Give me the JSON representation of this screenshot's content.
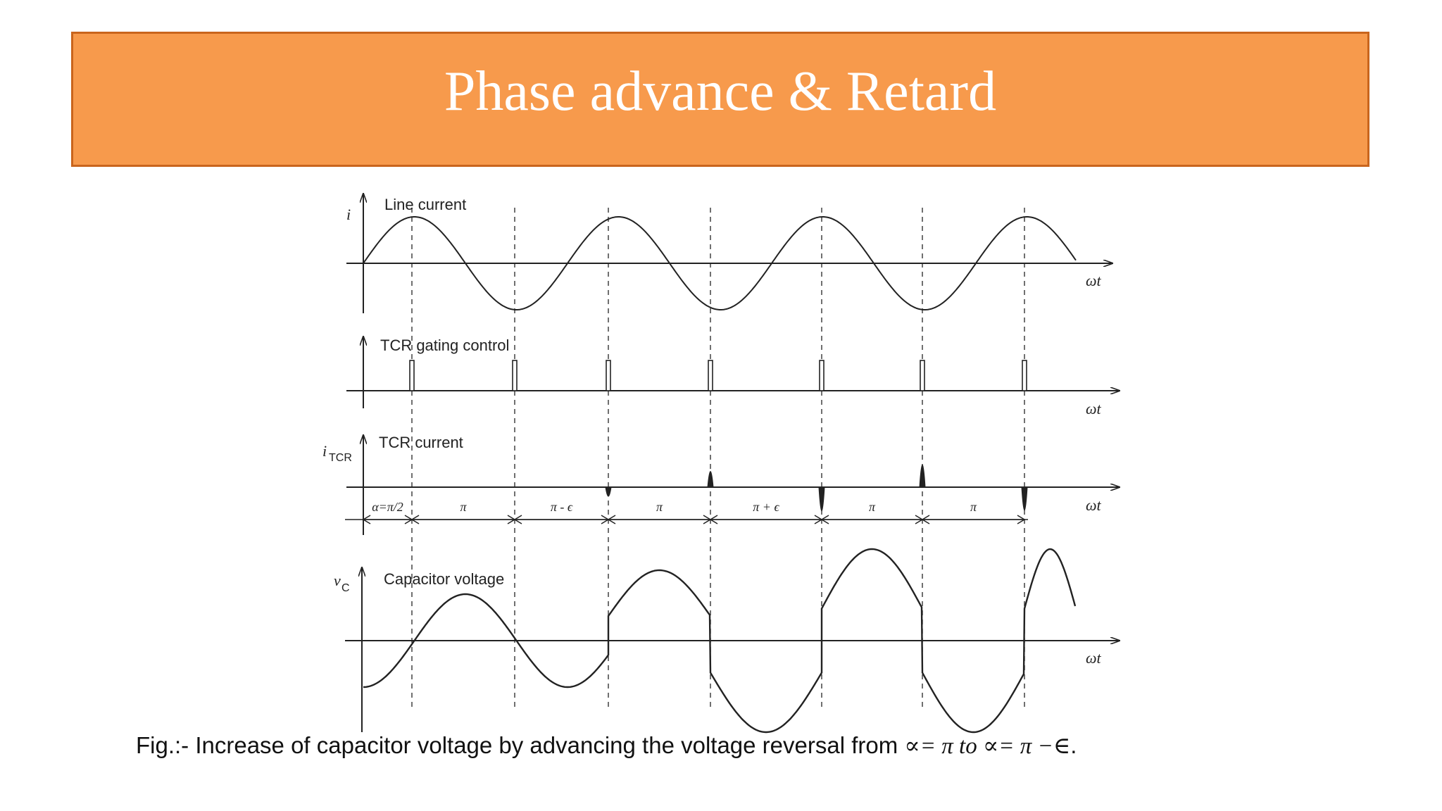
{
  "slide": {
    "title": "Phase advance & Retard",
    "caption": {
      "prefix": "Fig.:- Increase of capacitor voltage by advancing the voltage reversal from ",
      "math": "∝= π to  ∝= π −∈",
      "suffix": "."
    }
  },
  "diagram": {
    "panels": {
      "line_current": {
        "label": "Line current",
        "ylabel": "i",
        "xlabel": "ωt"
      },
      "gating": {
        "label": "TCR gating control",
        "xlabel": "ωt"
      },
      "tcr_current": {
        "label": "TCR current",
        "ylabel": "i",
        "ylabel_sub": "TCR",
        "xlabel": "ωt"
      },
      "capacitor": {
        "label": "Capacitor voltage",
        "ylabel": "v",
        "ylabel_sub": "C",
        "xlabel": "ωt"
      }
    },
    "intervals": [
      "α=π/2",
      "π",
      "π - ϵ",
      "π",
      "π + ϵ",
      "π",
      "π"
    ]
  },
  "colors": {
    "banner": "#f79a4c",
    "banner_border": "#c9651d",
    "title": "#ffffff",
    "ink": "#222222"
  }
}
